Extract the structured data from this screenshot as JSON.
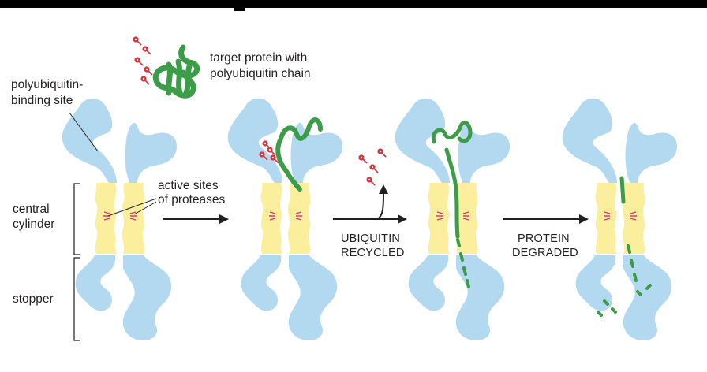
{
  "labels": {
    "target_protein": [
      "target protein with",
      "polyubiquitin chain"
    ],
    "binding_site": [
      "polyubiquitin-",
      "binding site"
    ],
    "active_sites": [
      "active sites",
      "of proteases"
    ],
    "central_cylinder": [
      "central",
      "cylinder"
    ],
    "stopper": "stopper",
    "ubiquitin_recycled": [
      "UBIQUITIN",
      "RECYCLED"
    ],
    "protein_degraded": [
      "PROTEIN",
      "DEGRADED"
    ]
  },
  "colors": {
    "cap": "#b3d9f0",
    "cylinder": "#fbef9e",
    "protein": "#3c9c48",
    "ubiquitin": "#d8323a",
    "active_site": "#e8317c",
    "line": "#231f20"
  }
}
